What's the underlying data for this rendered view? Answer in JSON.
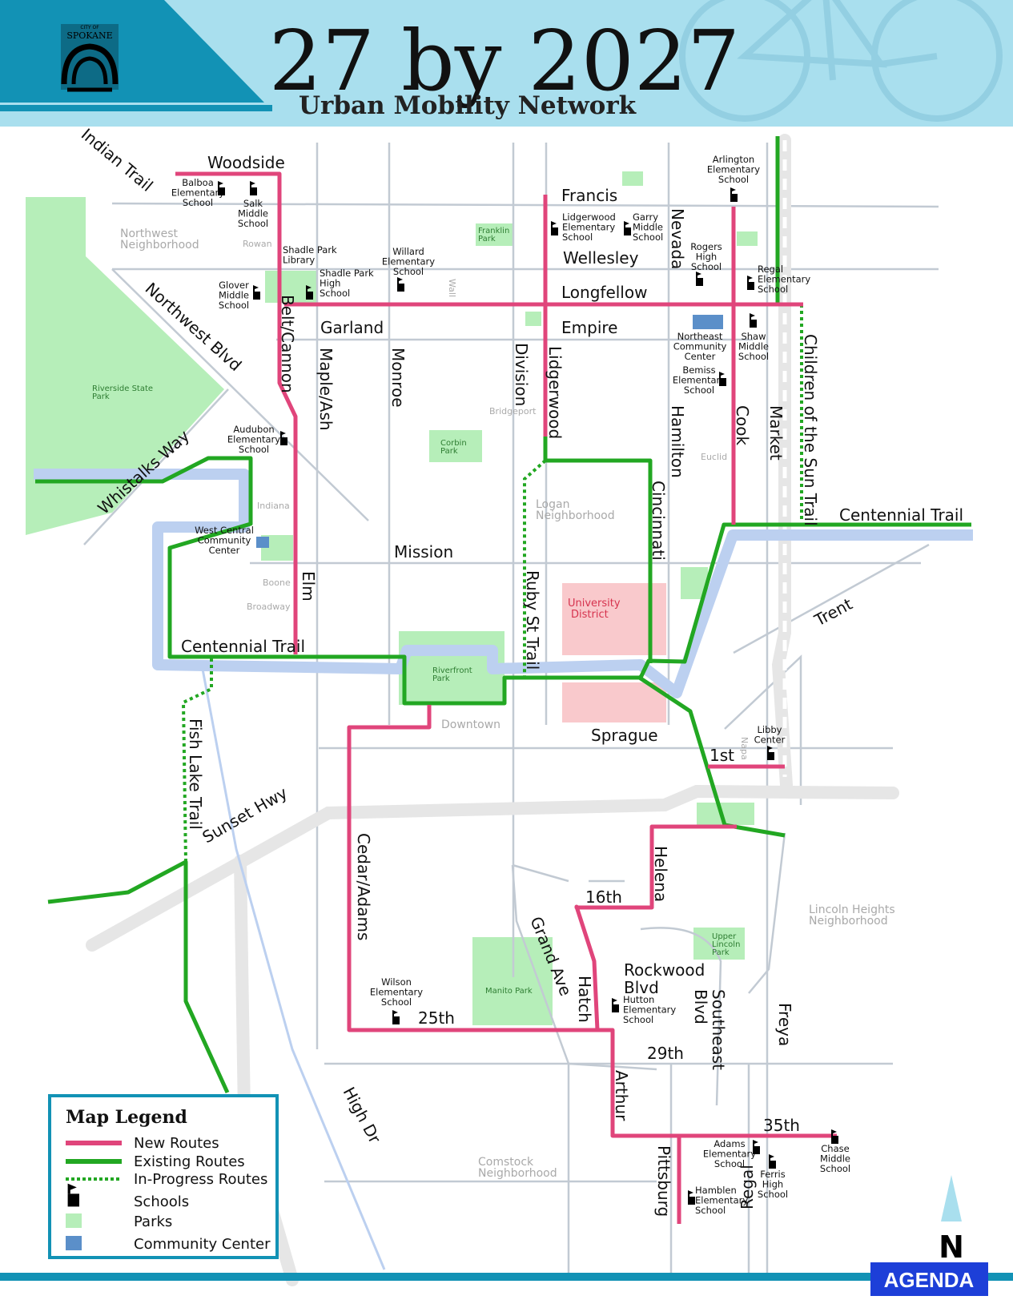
{
  "header": {
    "title": "27 by 2027",
    "subtitle": "Urban Mobility Network",
    "logo_text": "SPOKANE",
    "logo_small": "CITY OF"
  },
  "colors": {
    "new_route": "#e0457b",
    "existing_route": "#22a722",
    "inprogress_route": "#22a722",
    "centennial_band": "#bcd0f0",
    "park": "#b6eeb9",
    "community_center": "#5b8fc9",
    "university": "#f9c9cc",
    "header_dark": "#1292b5",
    "header_light": "#a9dfee",
    "agenda_blue": "#1d3fd8"
  },
  "streets": {
    "woodside": "Woodside",
    "francis": "Francis",
    "wellesley": "Wellesley",
    "longfellow": "Longfellow",
    "garland": "Garland",
    "empire": "Empire",
    "mission": "Mission",
    "sprague": "Sprague",
    "first": "1st",
    "sixteenth": "16th",
    "twentyfifth": "25th",
    "twentyninth": "29th",
    "thirtyfifth": "35th",
    "indian_trail": "Indian Trail",
    "northwest_blvd": "Northwest Blvd",
    "whistalks_way": "Whistalks Way",
    "belt_cannon": "Belt/Cannon",
    "maple_ash": "Maple/Ash",
    "monroe": "Monroe",
    "division": "Division",
    "lidgerwood": "Lidgerwood",
    "nevada": "Nevada",
    "hamilton": "Hamilton",
    "cook": "Cook",
    "market": "Market",
    "children_sun": "Children of the Sun Trail",
    "cincinnati": "Cincinnati",
    "ruby": "Ruby St Trail",
    "elm": "Elm",
    "centennial_east": "Centennial Trail",
    "centennial_west": "Centennial Trail",
    "trent": "Trent",
    "fish_lake": "Fish Lake Trail",
    "sunset": "Sunset Hwy",
    "cedar_adams": "Cedar/Adams",
    "grand": "Grand Ave",
    "hatch": "Hatch",
    "helena": "Helena",
    "rockwood1": "Rockwood",
    "rockwood2": "Blvd",
    "southeast1": "Southeast",
    "southeast2": "Blvd",
    "freya": "Freya",
    "arthur": "Arthur",
    "high_dr": "High Dr",
    "pittsburg": "Pittsburg",
    "regal": "Regal"
  },
  "minor_streets": {
    "rowan": "Rowan",
    "wall": "Wall",
    "bridgeport": "Bridgeport",
    "euclid": "Euclid",
    "indiana": "Indiana",
    "boone": "Boone",
    "broadway": "Broadway",
    "napa": "Napa"
  },
  "neighborhoods": {
    "northwest": [
      "Northwest",
      "Neighborhood"
    ],
    "logan": [
      "Logan",
      "Neighborhood"
    ],
    "downtown": "Downtown",
    "lincoln": [
      "Lincoln Heights",
      "Neighborhood"
    ],
    "comstock": [
      "Comstock",
      "Neighborhood"
    ]
  },
  "parks": {
    "riverside": [
      "Riverside State",
      "Park"
    ],
    "franklin": [
      "Franklin",
      "Park"
    ],
    "corbin": [
      "Corbin",
      "Park"
    ],
    "riverfront": [
      "Riverfront",
      "Park"
    ],
    "manito": "Manito Park",
    "upper_lincoln": [
      "Upper",
      "Lincoln",
      "Park"
    ],
    "university": [
      "University",
      "District"
    ]
  },
  "places": {
    "balboa": [
      "Balboa",
      "Elementary",
      "School"
    ],
    "salk": [
      "Salk",
      "Middle",
      "School"
    ],
    "shadle_library": [
      "Shadle Park",
      "Library"
    ],
    "shadle_high": [
      "Shadle Park",
      "High",
      "School"
    ],
    "willard": [
      "Willard",
      "Elementary",
      "School"
    ],
    "glover": [
      "Glover",
      "Middle",
      "School"
    ],
    "lidgerwood_elem": [
      "Lidgerwood",
      "Elementary",
      "School"
    ],
    "garry": [
      "Garry",
      "Middle",
      "School"
    ],
    "arlington": [
      "Arlington",
      "Elementary",
      "School"
    ],
    "rogers": [
      "Rogers",
      "High",
      "School"
    ],
    "regal_elem": [
      "Regal",
      "Elementary",
      "School"
    ],
    "northeast_cc": [
      "Northeast",
      "Community",
      "Center"
    ],
    "shaw": [
      "Shaw",
      "Middle",
      "School"
    ],
    "bemiss": [
      "Bemiss",
      "Elementary",
      "School"
    ],
    "audubon": [
      "Audubon",
      "Elementary",
      "School"
    ],
    "west_central": [
      "West Central",
      "Community",
      "Center"
    ],
    "libby": [
      "Libby",
      "Center"
    ],
    "wilson": [
      "Wilson",
      "Elementary",
      "School"
    ],
    "hutton": [
      "Hutton",
      "Elementary",
      "School"
    ],
    "adams": [
      "Adams",
      "Elementary",
      "School"
    ],
    "chase": [
      "Chase",
      "Middle",
      "School"
    ],
    "ferris": [
      "Ferris",
      "High",
      "School"
    ],
    "hamblen": [
      "Hamblen",
      "Elementary",
      "School"
    ]
  },
  "legend": {
    "title": "Map Legend",
    "new_routes": "New Routes",
    "existing_routes": "Existing Routes",
    "inprogress_routes": "In-Progress Routes",
    "schools": "Schools",
    "parks": "Parks",
    "community_center": "Community Center"
  },
  "compass": "N",
  "agenda": "AGENDA"
}
